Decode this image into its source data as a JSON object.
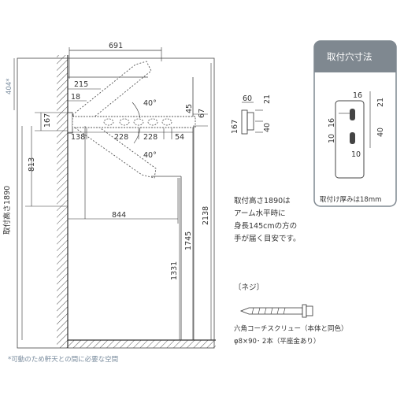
{
  "dimensions": {
    "d691": "691",
    "d404": "404*",
    "d215": "215",
    "d18": "18",
    "d167_left": "167",
    "d138": "138",
    "d228_a": "228",
    "d228_b": "228",
    "d54": "54",
    "d45": "45",
    "d67": "67",
    "angle_top": "40°",
    "angle_bottom": "40°",
    "d813": "813",
    "d1890": "取付高さ1890",
    "d844": "844",
    "d1331": "1331",
    "d1745": "1745",
    "d2138": "2138"
  },
  "side_view": {
    "d60": "60",
    "d21": "21",
    "d167": "167",
    "d40": "40"
  },
  "mount_panel": {
    "title": "取付穴寸法",
    "d16_top": "16",
    "d21": "21",
    "d16_left": "16",
    "d10_left": "10",
    "d40": "40",
    "d10_bottom": "10",
    "thickness_note": "取付け厚みは18mm"
  },
  "height_note": [
    "取付高さ1890は",
    "アーム水平時に",
    "身長145cmの方の",
    "手が届く目安です。"
  ],
  "screw": {
    "heading": "〔ネジ〕",
    "line1": "六角コーチスクリュー（本体と同色）",
    "line2": "φ8×90･ 2本（平座金あり）"
  },
  "footnote": "*可動のため軒天との間に必要な空間",
  "colors": {
    "line": "#333333",
    "gray_panel_header": "#7f8890",
    "note_blue": "#7a8c9e"
  }
}
